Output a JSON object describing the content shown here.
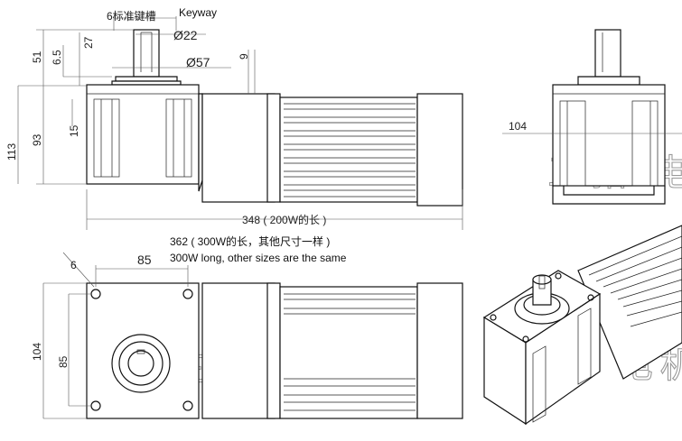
{
  "labels": {
    "keyway_cn": "6标准键槽",
    "keyway_en": "Keyway",
    "shaft_dia": "Ø22",
    "boss_dia": "Ø57",
    "d51": "51",
    "d6_5": "6.5",
    "d27": "27",
    "d9": "9",
    "d113": "113",
    "d93": "93",
    "d15": "15",
    "d104_side": "104",
    "len_200": "348 ( 200W的长 )",
    "len_300_cn": "362 ( 300W的长，其他尺寸一样 )",
    "len_300_en": "300W long, other sizes are the same",
    "d6_diag": "6",
    "d85_top": "85",
    "d104_front": "104",
    "d85_left": "85"
  },
  "watermark": {
    "text": "三拓 电机",
    "mark": "®"
  }
}
